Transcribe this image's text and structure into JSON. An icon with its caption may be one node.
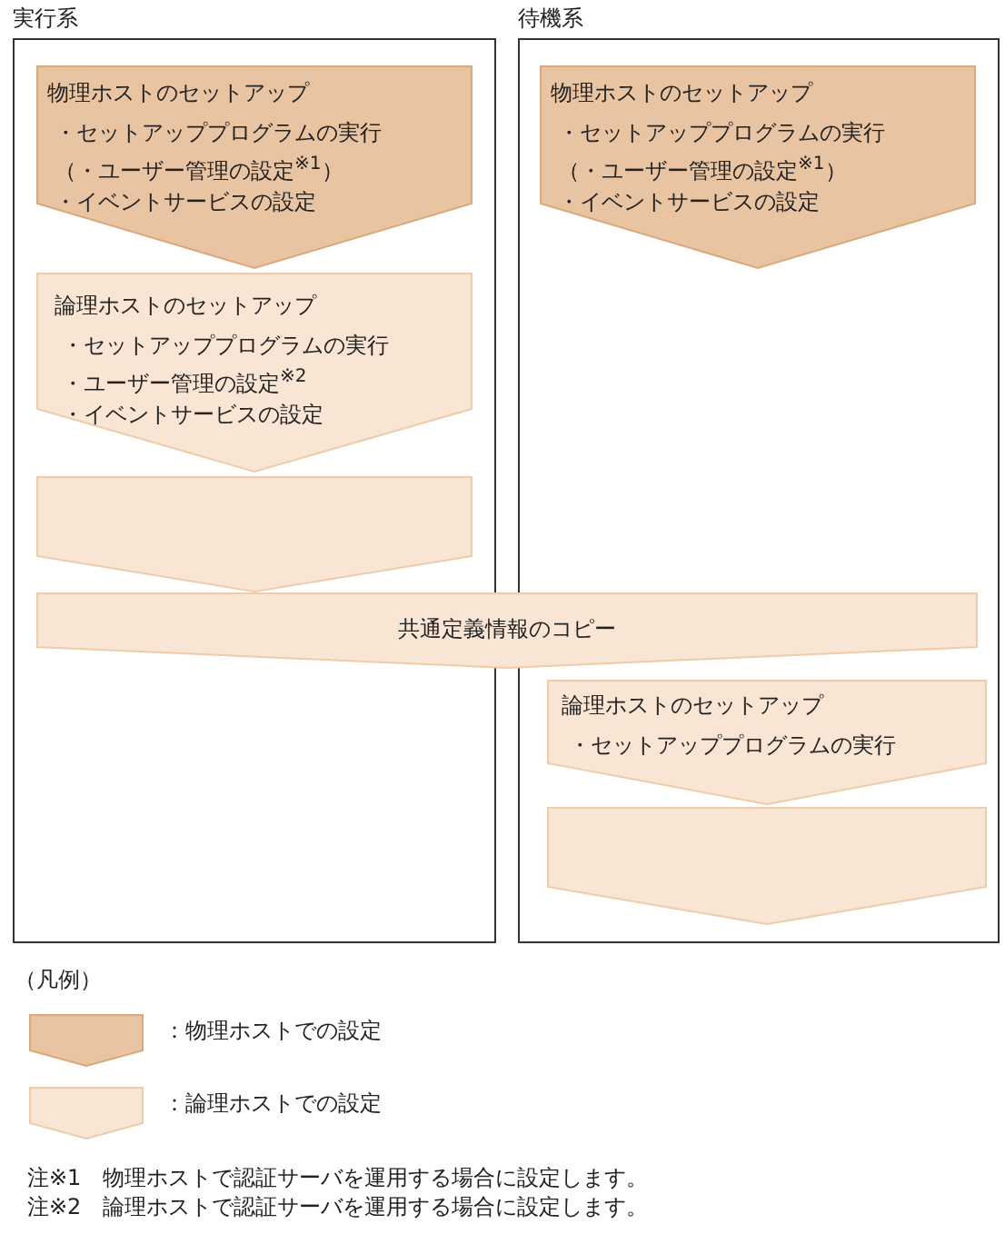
{
  "diagram": {
    "nodes": [
      {
        "text": [
          "実行系"
        ]
      },
      {
        "text": [
          "待機系"
        ]
      },
      {
        "text": [
          "物理ホストのセットアップ",
          "・セットアッププログラムの実行",
          "（・ユーザー管理の設定$^{※1}$）",
          "・イベントサービスの設定"
        ],
        "in": 0
      },
      {
        "text": [
          "論理ホストのセットアップ",
          "・セットアッププログラムの実行",
          "・ユーザー管理の設定$^{※2}$",
          "・イベントサービスの設定"
        ],
        "in": 0
      },
      {
        "text": [],
        "shape": "pentagon",
        "in": 0
      },
      {
        "text": [
          "物理ホストのセットアップ",
          "・セットアッププログラムの実行",
          "（・ユーザー管理の設定$^{※1}$）",
          "・イベントサービスの設定"
        ],
        "in": 1
      },
      {
        "text": [
          "共通定義情報のコピー"
        ]
      },
      {
        "text": [
          "論理ホストのセットアップ",
          "・セットアッププログラムの実行"
        ],
        "in": 1
      },
      {
        "text": [],
        "shape": "pentagon",
        "in": 1
      }
    ],
    "labels": [
      "（凡例）",
      "注※1　物理ホストで認証サーバを運用する場合に設定します。",
      "注※2　論理ホストで認証サーバを運用する場合に設定します。"
    ],
    "legend": [
      {
        "text": "：物理ホストでの設定",
        "color": "#e8c4a2"
      },
      {
        "text": "：論理ホストでの設定",
        "color": "#f9e5d4"
      }
    ]
  }
}
